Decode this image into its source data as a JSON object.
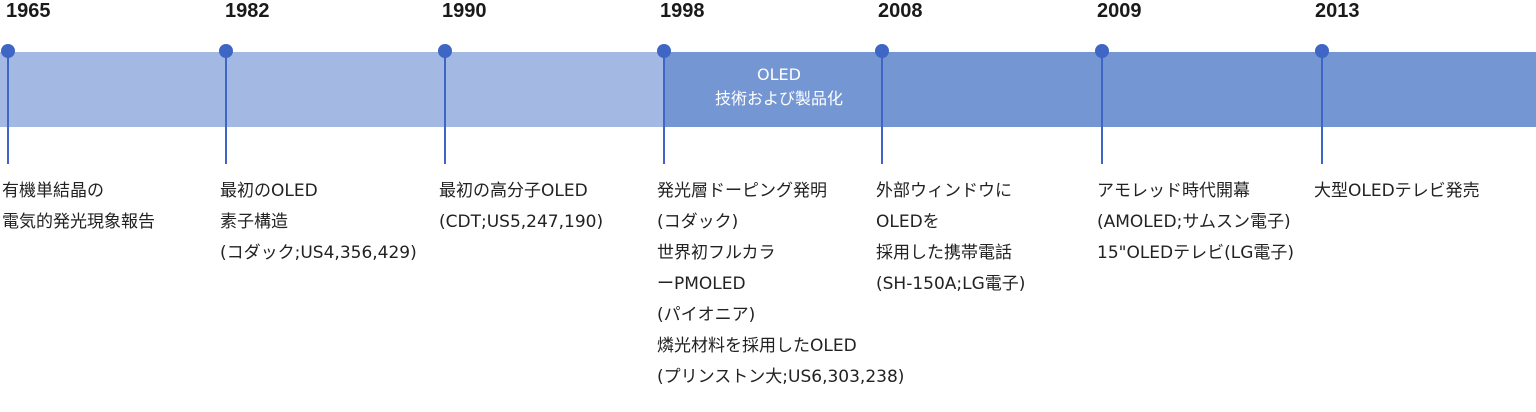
{
  "band_label": [
    "OLED",
    "技術および製品化"
  ],
  "milestones": [
    {
      "year": "1965",
      "lines": [
        "有機単結晶の",
        "電気的発光現象報告"
      ]
    },
    {
      "year": "1982",
      "lines": [
        "最初のOLED",
        "素子構造",
        "(コダック;US4,356,429)"
      ]
    },
    {
      "year": "1990",
      "lines": [
        "最初の高分子OLED",
        "(CDT;US5,247,190)"
      ]
    },
    {
      "year": "1998",
      "lines": [
        "発光層ドーピング発明",
        "(コダック)",
        "世界初フルカラ",
        "ーPMOLED",
        "(パイオニア)",
        "燐光材料を採用したOLED",
        "(プリンストン大;US6,303,238)"
      ]
    },
    {
      "year": "2008",
      "lines": [
        "外部ウィンドウに",
        "OLEDを",
        "採用した携帯電話",
        "(SH-150A;LG電子)"
      ]
    },
    {
      "year": "2009",
      "lines": [
        "アモレッド時代開幕",
        "(AMOLED;サムスン電子)",
        "15\"OLEDテレビ(LG電子)"
      ]
    },
    {
      "year": "2013",
      "lines": [
        "大型OLEDテレビ発売"
      ]
    }
  ],
  "colors": {
    "band_light": "#a3b8e3",
    "band_dark": "#7496d3",
    "marker": "#3f66c4"
  }
}
